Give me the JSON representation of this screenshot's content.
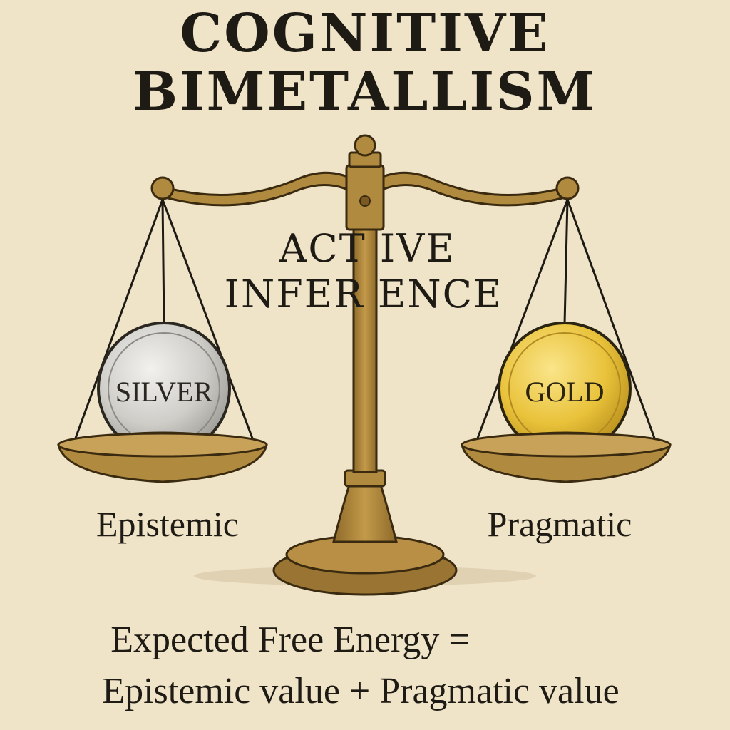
{
  "title": {
    "line1": "COGNITIVE",
    "line2": "BIMETALLISM"
  },
  "center": {
    "line1": "ACT IVE",
    "line2": "INFER ENCE"
  },
  "left_pan": {
    "coin": "SILVER",
    "label": "Epistemic"
  },
  "right_pan": {
    "coin": "GOLD",
    "label": "Pragmatic"
  },
  "formula": {
    "line1": "Expected Free Energy =",
    "line2": "Epistemic value + Pragmatic value"
  },
  "colors": {
    "background": "#efe3c8",
    "bronze": "#b08a3e",
    "bronze_dark": "#6b4f1e",
    "silver": "#c9c7c2",
    "gold": "#e9c23a",
    "ink": "#1e1a14"
  }
}
